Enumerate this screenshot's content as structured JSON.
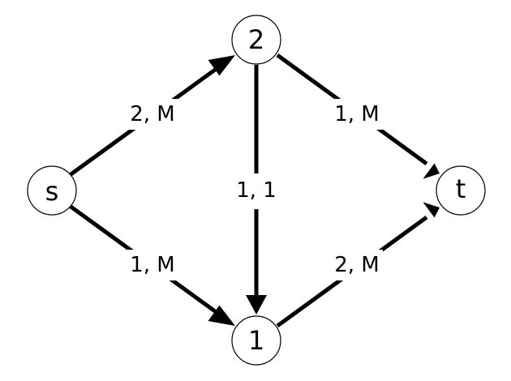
{
  "nodes": [
    {
      "id": "s",
      "label": "s"
    },
    {
      "id": "2",
      "label": "2"
    },
    {
      "id": "1",
      "label": "1"
    },
    {
      "id": "t",
      "label": "t"
    }
  ],
  "edges": [
    {
      "from": "s",
      "to": "2",
      "label": "2, M"
    },
    {
      "from": "2",
      "to": "t",
      "label": "1, M"
    },
    {
      "from": "2",
      "to": "1",
      "label": "1, 1"
    },
    {
      "from": "s",
      "to": "1",
      "label": "1, M"
    },
    {
      "from": "1",
      "to": "t",
      "label": "2, M"
    }
  ],
  "colors": {
    "stroke": "#000000",
    "background": "#ffffff"
  }
}
